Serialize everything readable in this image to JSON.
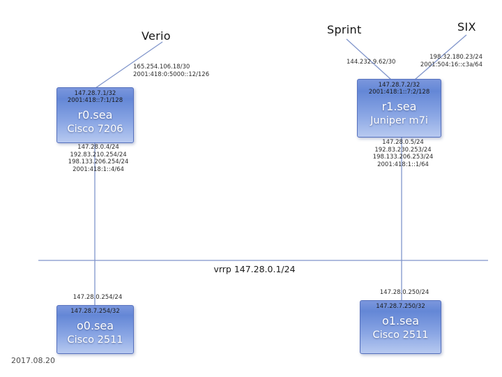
{
  "meta": {
    "date": "2017.08.20"
  },
  "lan": {
    "vrrp_label": "vrrp 147.28.0.1/24"
  },
  "uplinks": {
    "verio": {
      "label": "Verio",
      "addr4": "165.254.106.18/30",
      "addr6": "2001:418:0:5000::12/126"
    },
    "sprint": {
      "label": "Sprint",
      "addr4": "144.232.9.62/30"
    },
    "six": {
      "label": "SIX",
      "addr4": "198.32.180.23/24",
      "addr6": "2001:504:16::c3a/64"
    }
  },
  "nodes": {
    "r0": {
      "name": "r0.sea",
      "model": "Cisco 7206",
      "loopbacks": [
        "147.28.7.1/32",
        "2001:418::7:1/128"
      ],
      "interfaces": [
        "147.28.0.4/24",
        "192.83.210.254/24",
        "198.133.206.254/24",
        "2001:418:1::4/64"
      ]
    },
    "r1": {
      "name": "r1.sea",
      "model": "Juniper m7i",
      "loopbacks": [
        "147.28.7.2/32",
        "2001:418:1::7:2/128"
      ],
      "interfaces": [
        "147.28.0.5/24",
        "192.83.230.253/24",
        "198.133.206.253/24",
        "2001:418:1::1/64"
      ]
    },
    "o0": {
      "name": "o0.sea",
      "model": "Cisco 2511",
      "lan_addr": "147.28.0.254/24",
      "loopback": "147.28.7.254/32"
    },
    "o1": {
      "name": "o1.sea",
      "model": "Cisco 2511",
      "lan_addr": "147.28.0.250/24",
      "loopback": "147.28.7.250/32"
    }
  }
}
